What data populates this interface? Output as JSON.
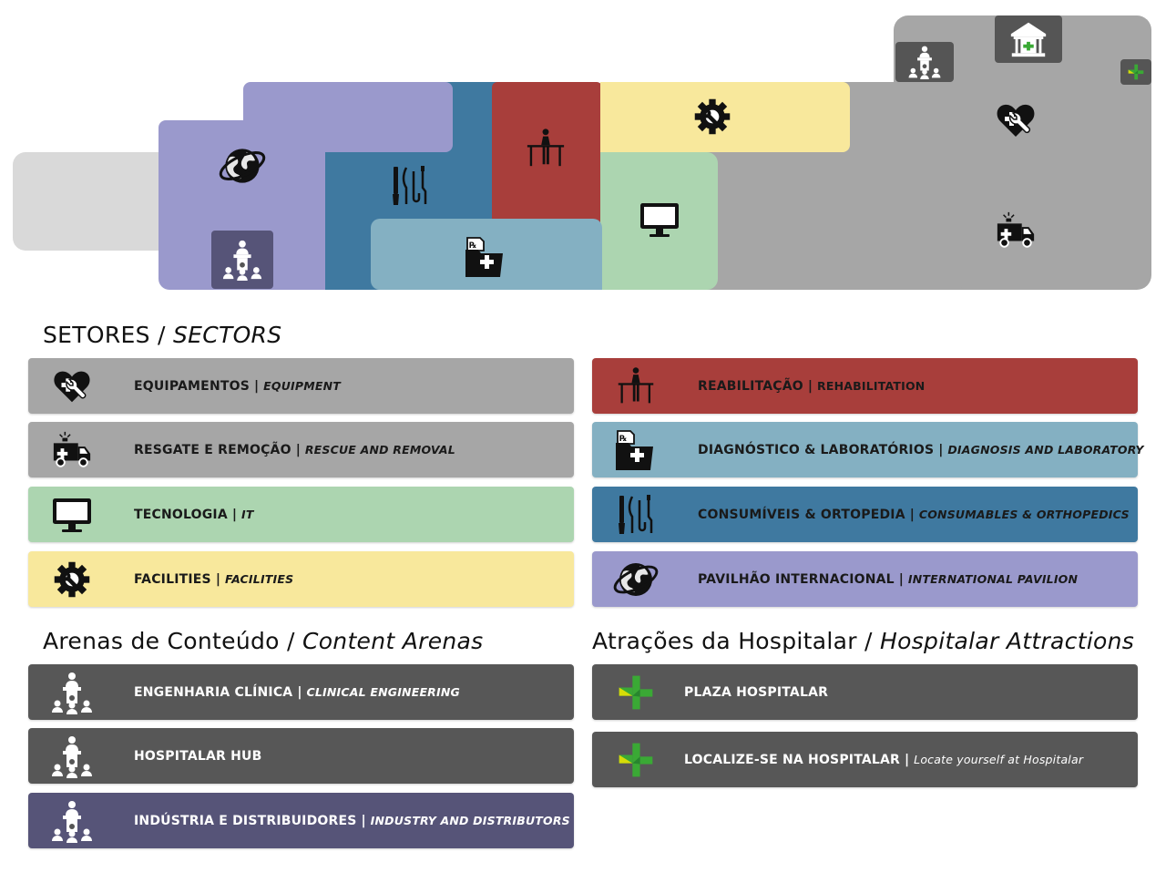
{
  "colors": {
    "equipment": "#a6a6a6",
    "rescue": "#a6a6a6",
    "it": "#acd5b0",
    "facilities": "#f8e89c",
    "rehabilitation": "#a83e3b",
    "diagnosis": "#84b0c2",
    "consumables": "#3f79a0",
    "international": "#9a99cc",
    "arena": "#575757",
    "arena_industry": "#565478",
    "attraction": "#575757",
    "hospitalar_green": "#3aa935"
  },
  "map": {
    "zones": [
      {
        "sector": "entrance",
        "color": "#d9d9d9"
      },
      {
        "sector": "international",
        "color": "#9a99cc"
      },
      {
        "sector": "consumables",
        "color": "#3f79a0"
      },
      {
        "sector": "rehabilitation",
        "color": "#a83e3b"
      },
      {
        "sector": "diagnosis",
        "color": "#84b0c2"
      },
      {
        "sector": "facilities",
        "color": "#f8e89c"
      },
      {
        "sector": "it",
        "color": "#acd5b0"
      },
      {
        "sector": "equipment",
        "color": "#a6a6a6"
      }
    ]
  },
  "sectors": {
    "title_pt": "SETORES /",
    "title_en": "SECTORS",
    "items": [
      {
        "icon": "heart-wrench-icon",
        "label": "EQUIPAMENTOS",
        "sub": "EQUIPMENT"
      },
      {
        "icon": "ambulance-icon",
        "label": "RESGATE E REMOÇÃO",
        "sub": "RESCUE AND REMOVAL"
      },
      {
        "icon": "monitor-icon",
        "label": "TECNOLOGIA",
        "sub": "IT"
      },
      {
        "icon": "gear-wrench-icon",
        "label": "FACILITIES",
        "sub": "FACILITIES"
      },
      {
        "icon": "rehabilitation-icon",
        "label": "REABILITAÇÃO",
        "sub": "REHABILITATION"
      },
      {
        "icon": "medical-folder-icon",
        "label": "DIAGNÓSTICO & LABORATÓRIOS",
        "sub": "DIAGNOSIS AND LABORATORY"
      },
      {
        "icon": "surgical-tools-icon",
        "label": "CONSUMÍVEIS & ORTOPEDIA",
        "sub": "CONSUMABLES & ORTHOPEDICS"
      },
      {
        "icon": "globe-icon",
        "label": "PAVILHÃO INTERNACIONAL",
        "sub": "INTERNATIONAL PAVILION"
      }
    ]
  },
  "arenas": {
    "title_pt": "Arenas de Conteúdo /",
    "title_en": "Content Arenas",
    "items": [
      {
        "icon": "speaker-audience-icon",
        "label": "ENGENHARIA CLÍNICA",
        "sub": "CLINICAL ENGINEERING"
      },
      {
        "icon": "speaker-audience-icon",
        "label": "HOSPITALAR HUB",
        "sub": ""
      },
      {
        "icon": "speaker-audience-icon",
        "label": "INDÚSTRIA E DISTRIBUIDORES",
        "sub": "INDUSTRY AND DISTRIBUTORS"
      }
    ]
  },
  "attractions": {
    "title_pt": "Atrações da Hospitalar /",
    "title_en": "Hospitalar Attractions",
    "items": [
      {
        "icon": "hospitalar-cross-icon",
        "label": "PLAZA HOSPITALAR",
        "sub": ""
      },
      {
        "icon": "hospitalar-cross-icon",
        "label": "LOCALIZE-SE NA HOSPITALAR",
        "sub": "Locate yourself at Hospitalar"
      }
    ]
  }
}
